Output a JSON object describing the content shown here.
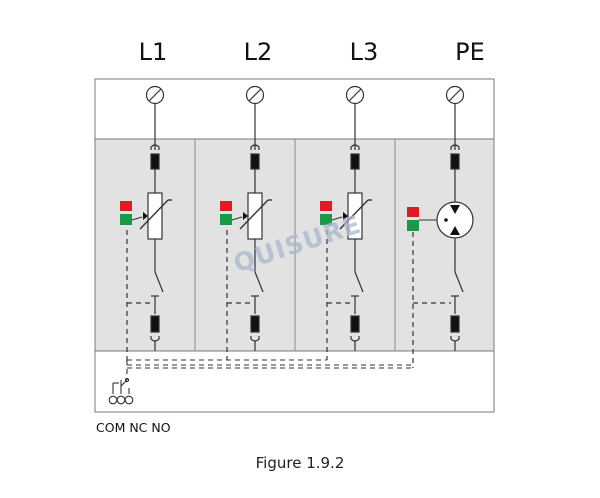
{
  "poles": [
    {
      "label": "L1",
      "indicator_top_color": "#e01b24",
      "indicator_bottom_color": "#1a9a45",
      "component": "varistor"
    },
    {
      "label": "L2",
      "indicator_top_color": "#e01b24",
      "indicator_bottom_color": "#1a9a45",
      "component": "varistor"
    },
    {
      "label": "L3",
      "indicator_top_color": "#e01b24",
      "indicator_bottom_color": "#1a9a45",
      "component": "varistor"
    },
    {
      "label": "PE",
      "indicator_top_color": "#e01b24",
      "indicator_bottom_color": "#1a9a45",
      "component": "gas-discharge-tube"
    }
  ],
  "watermark": "QUISURE",
  "contact_label": "COM NC NO",
  "caption": "Figure 1.9.2",
  "colors": {
    "module_fill": "#e2e2e2",
    "outline": "#7a7a7a",
    "line": "#333333",
    "indicator_red": "#e01b24",
    "indicator_green": "#1a9a45"
  }
}
